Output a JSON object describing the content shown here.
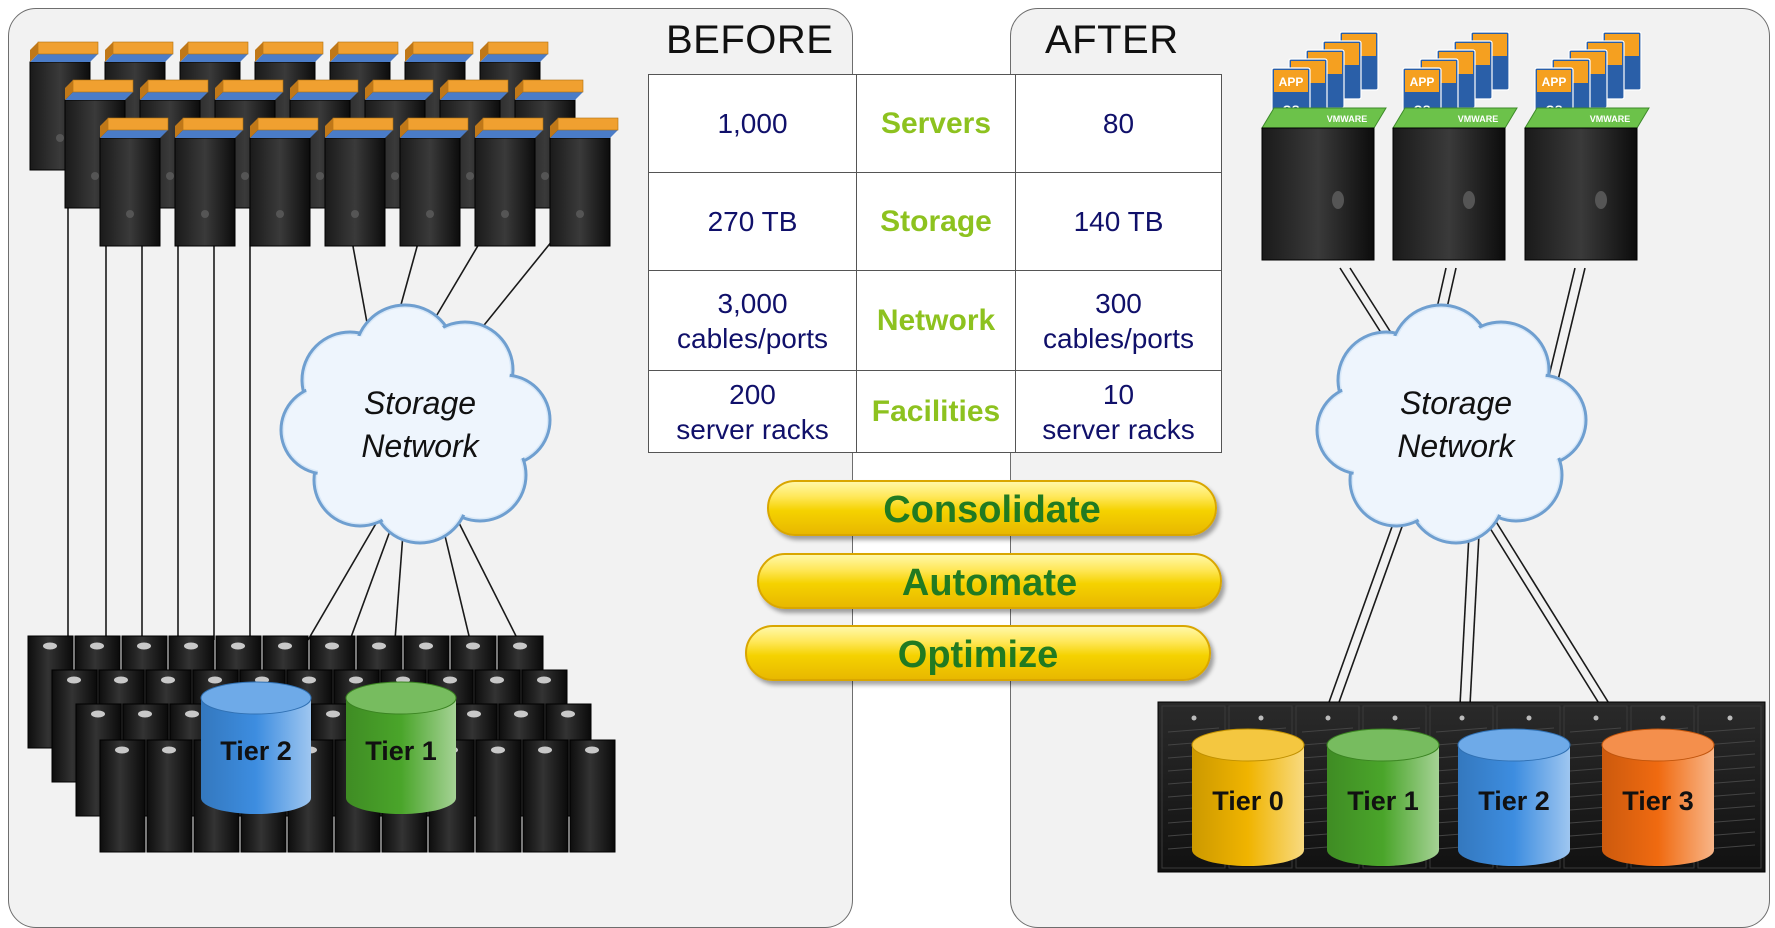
{
  "headers": {
    "before": "BEFORE",
    "after": "AFTER"
  },
  "comparison": {
    "rows": [
      {
        "before": "1,000",
        "category": "Servers",
        "after": "80"
      },
      {
        "before": "270 TB",
        "category": "Storage",
        "after": "140 TB"
      },
      {
        "before": "3,000\ncables/ports",
        "category": "Network",
        "after": "300\ncables/ports"
      },
      {
        "before": "200\nserver racks",
        "category": "Facilities",
        "after": "10\nserver racks"
      }
    ]
  },
  "actions": [
    "Consolidate",
    "Automate",
    "Optimize"
  ],
  "before_diagram": {
    "cloud": {
      "line1": "Storage",
      "line2": "Network"
    },
    "tiers": [
      "Tier 2",
      "Tier 1"
    ]
  },
  "after_diagram": {
    "cloud": {
      "line1": "Storage",
      "line2": "Network"
    },
    "server_labels": {
      "app": "APP",
      "os": "OS",
      "vmware": "VMWARE"
    },
    "tiers": [
      "Tier 0",
      "Tier 1",
      "Tier 2",
      "Tier 3"
    ]
  },
  "colors": {
    "category_green": "#8dc21f",
    "value_navy": "#10106a",
    "action_text_green": "#217a21",
    "action_fill": "#f5d200",
    "tier0": "#f0b400",
    "tier1": "#4aa52a",
    "tier2": "#3d8de0",
    "tier3": "#f06a10",
    "vmware_green": "#6cc24a",
    "server_orange": "#f0a030",
    "server_blue": "#4a7cc8"
  }
}
